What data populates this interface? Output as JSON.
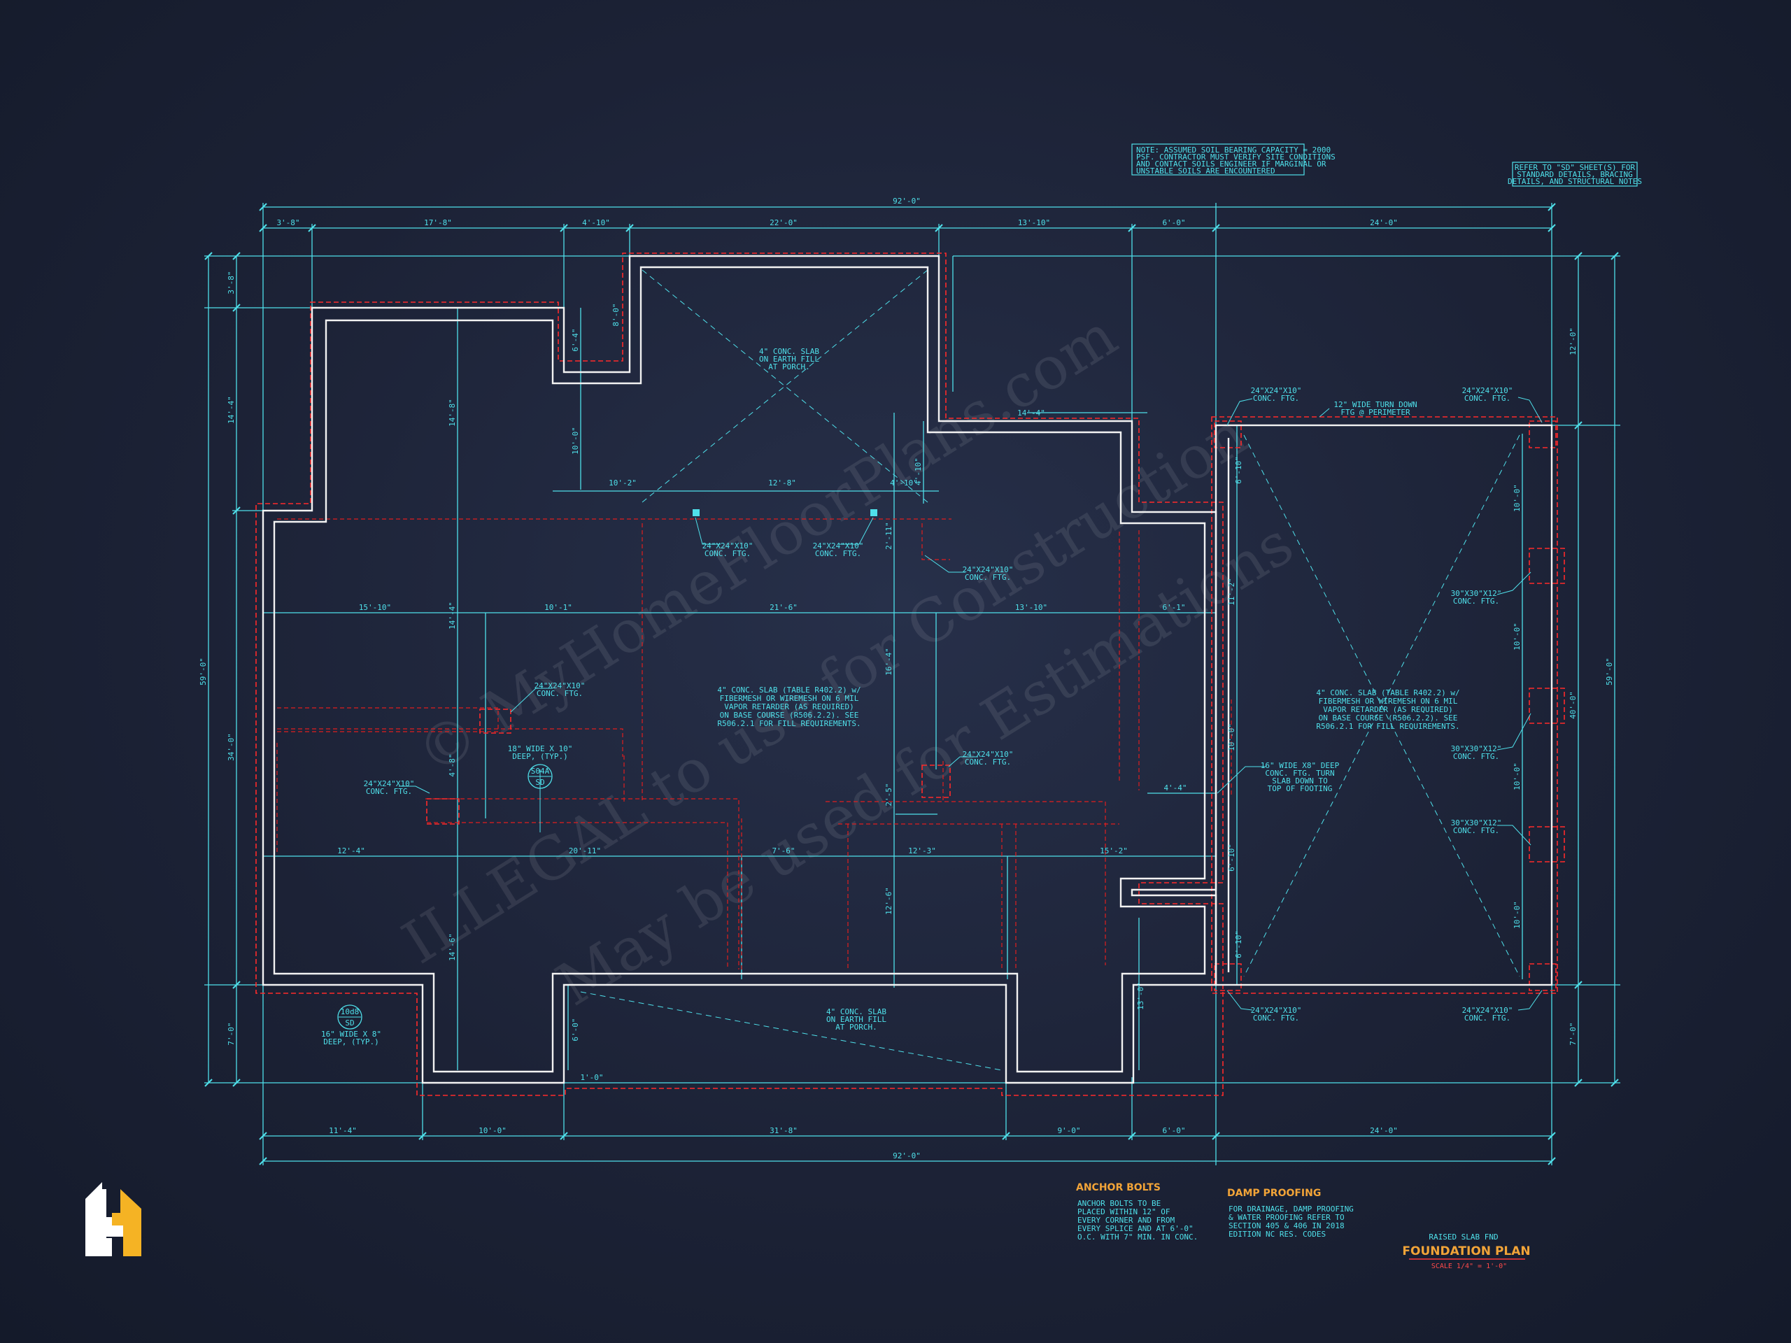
{
  "dims_top_overall": "92'-0\"",
  "dims_top": [
    "3'-8\"",
    "17'-8\"",
    "4'-10\"",
    "22'-0\"",
    "13'-10\"",
    "6'-0\"",
    "24'-0\""
  ],
  "dims_bottom": [
    "11'-4\"",
    "10'-0\"",
    "31'-8\"",
    "9'-0\"",
    "6'-0\"",
    "24'-0\""
  ],
  "dims_bottom_overall": "92'-0\"",
  "dims_left": [
    "3'-8\"",
    "14'-4\"",
    "34'-0\"",
    "7'-0\""
  ],
  "dims_left_overall": "59'-0\"",
  "dims_right": [
    "12'-0\"",
    "40'-0\"",
    "7'-0\""
  ],
  "dims_right_overall": "59'-0\"",
  "dims_interior": {
    "d14_8": "14'-8\"",
    "d6_4a": "6'-4\"",
    "d8_0": "8'-0\"",
    "d10_0a": "10'-0\"",
    "d10_2": "10'-2\"",
    "d12_8": "12'-8\"",
    "d4_10": "4'-10\"",
    "d4_10v": "4'-10\"",
    "d14_4": "14'-4\"",
    "d2_11": "2'-11\"",
    "d15_10": "15'-10\"",
    "d10_1": "10'-1\"",
    "d21_6": "21'-6\"",
    "d13_10": "13'-10\"",
    "d6_1": "6'-1\"",
    "d14_4v": "14'-4\"",
    "d16_4": "16'-4\"",
    "d11_2": "11'-2\"",
    "d4_8": "4'-8\"",
    "d10_0b": "10'-0\"",
    "d4_4": "4'-4\"",
    "d2_5": "2'-5\"",
    "d12_4": "12'-4\"",
    "d20_11": "20'-11\"",
    "d7_6": "7'-6\"",
    "d12_3": "12'-3\"",
    "d15_2": "15'-2\"",
    "d12_6": "12'-6\"",
    "d14_6": "14'-6\"",
    "d6_10": "6'-10\"",
    "d13_0": "13'-0\"",
    "d6_0": "6'-0\"",
    "d1_0": "1'-0\"",
    "g6_10a": "6'-10\"",
    "g10_0a": "10'-0\"",
    "g10_0b": "10'-0\"",
    "g10_0c": "10'-0\"",
    "g10_0d": "10'-0\"",
    "g6_10b": "6'-10\""
  },
  "notes": {
    "soil": [
      "NOTE: ASSUMED SOIL BEARING CAPACITY = 2000",
      "PSF. CONTRACTOR MUST VERIFY SITE CONDITIONS",
      "AND CONTACT SOILS ENGINEER IF MARGINAL OR",
      "UNSTABLE SOILS ARE ENCOUNTERED"
    ],
    "refer": [
      "REFER TO \"SD\" SHEET(S) FOR",
      "STANDARD DETAILS, BRACING",
      "DETAILS, AND STRUCTURAL NOTES"
    ],
    "porch_slab_top": [
      "4\" CONC. SLAB",
      "ON EARTH FILL",
      "AT PORCH."
    ],
    "porch_slab_bottom": [
      "4\" CONC. SLAB",
      "ON EARTH FILL",
      "AT PORCH."
    ],
    "main_slab": [
      "4\" CONC. SLAB (TABLE R402.2) w/",
      "FIBERMESH OR WIREMESH ON 6 MIL",
      "VAPOR RETARDER (AS REQUIRED)",
      "ON BASE COURSE (R506.2.2). SEE",
      "R506.2.1 FOR FILL REQUIREMENTS."
    ],
    "garage_slab": [
      "4\" CONC. SLAB (TABLE R402.2) w/",
      "FIBERMESH OR WIREMESH ON 6 MIL",
      "VAPOR RETARDER (AS REQUIRED)",
      "ON BASE COURSE (R506.2.2). SEE",
      "R506.2.1 FOR FILL REQUIREMENTS."
    ],
    "ftg_24": [
      "24\"X24\"X10\"",
      "CONC. FTG."
    ],
    "ftg_30": [
      "30\"X30\"X12\"",
      "CONC. FTG."
    ],
    "turndown": [
      "12\" WIDE TURN DOWN",
      "FTG @ PERIMETER"
    ],
    "ftg_16": [
      "16\" WIDE X8\" DEEP",
      "CONC. FTG. TURN",
      "SLAB DOWN TO",
      "TOP OF FOOTING"
    ],
    "ftg_18": [
      "18\" WIDE X 10\"",
      "DEEP, (TYP.)"
    ],
    "ftg_16b": [
      "16\" WIDE X 8\"",
      "DEEP, (TYP.)"
    ]
  },
  "detail_tags": [
    {
      "num": "S04A",
      "sheet": "SD"
    },
    {
      "num": "10d8",
      "sheet": "SD"
    }
  ],
  "anchor_bolts": {
    "title": "ANCHOR BOLTS",
    "lines": [
      "ANCHOR BOLTS TO BE",
      "PLACED WITHIN 12\" OF",
      "EVERY CORNER AND FROM",
      "EVERY SPLICE AND AT 6'-0\"",
      "O.C. WITH 7\" MIN. IN CONC."
    ]
  },
  "damp_proofing": {
    "title": "DAMP PROOFING",
    "lines": [
      "FOR DRAINAGE, DAMP PROOFING",
      "& WATER PROOFING REFER TO",
      "SECTION 405 & 406 IN 2018",
      "EDITION NC RES. CODES"
    ]
  },
  "title_block": {
    "subtitle": "RAISED SLAB FND",
    "title": "FOUNDATION PLAN",
    "scale": "SCALE 1/4\" = 1'-0\""
  },
  "watermark": [
    "© MyHomeFloorPlans.com",
    "ILLEGAL to use for Construction",
    "May be used for Estimations"
  ],
  "colors": {
    "line": "#4fe0ea",
    "wall": "#f2f2f2",
    "footing": "#ff2a2a",
    "heading": "#f2a438",
    "logo_white": "#ffffff",
    "logo_yellow": "#f5b324"
  }
}
